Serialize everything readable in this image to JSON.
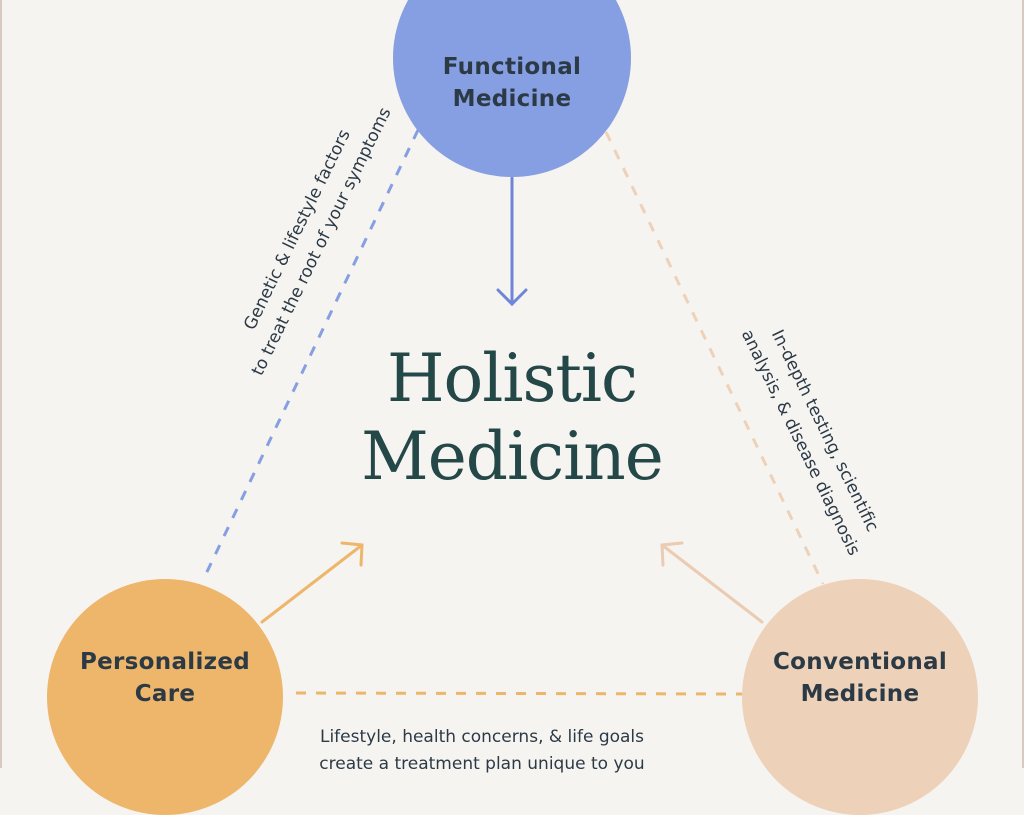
{
  "title": [
    "Holistic",
    "Medicine"
  ],
  "nodes": {
    "functional": "Functional\nMedicine",
    "personalized": "Personalized\nCare",
    "conventional": "Conventional\nMedicine"
  },
  "edges": {
    "functional_personalized": [
      "Genetic & lifestyle factors",
      "to treat the root of your symptoms"
    ],
    "functional_conventional": [
      "In-depth testing, scientific",
      "analysis, & disease diagnosis"
    ],
    "personalized_conventional": [
      "Lifestyle, health concerns, & life goals",
      "create a treatment plan unique to you"
    ]
  },
  "colors": {
    "background": "#f6f4f1",
    "functional": "#869ee2",
    "personalized": "#edb66b",
    "conventional": "#edd1b8",
    "title": "#244848",
    "text": "#2c3a46"
  }
}
